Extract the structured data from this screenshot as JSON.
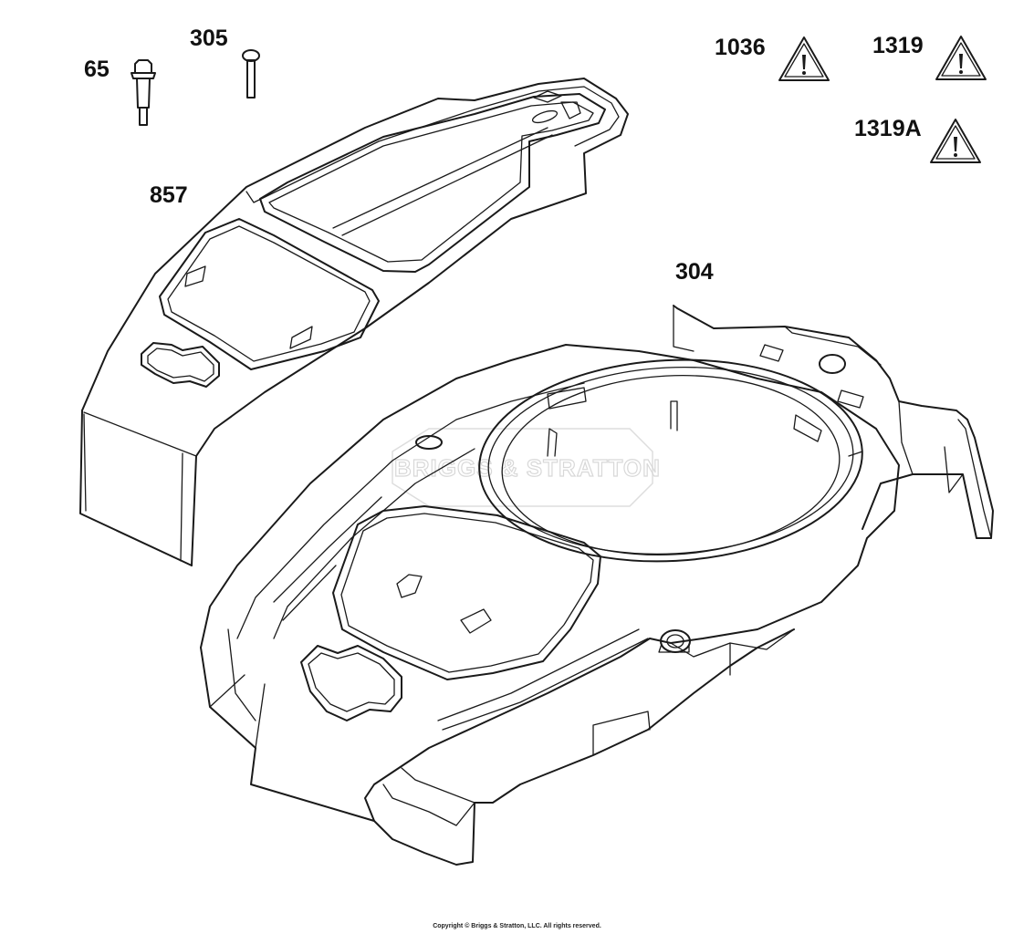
{
  "labels": {
    "part_65": "65",
    "part_305": "305",
    "part_857": "857",
    "part_304": "304",
    "warning_1036": "1036",
    "warning_1319": "1319",
    "warning_1319a": "1319A"
  },
  "watermark": {
    "text": "BRIGGS & STRATTON"
  },
  "footer": {
    "copyright": "Copyright © Briggs & Stratton, LLC. All rights reserved."
  },
  "colors": {
    "line": "#1a1a1a",
    "background": "#ffffff",
    "watermark": "#d8d8d8"
  },
  "icons": {
    "warning": "warning-triangle-icon"
  }
}
